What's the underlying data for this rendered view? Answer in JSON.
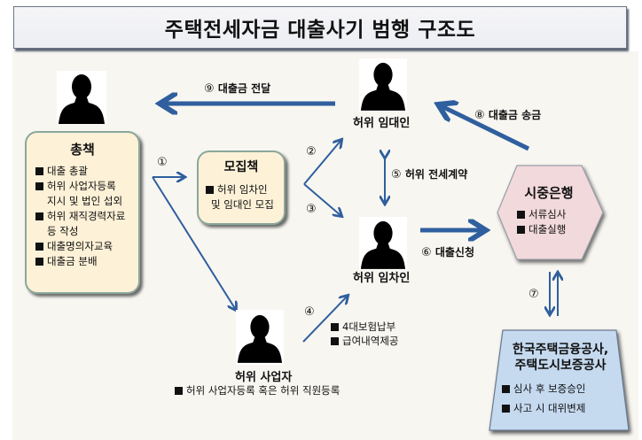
{
  "title": "주택전세자금 대출사기 범행 구조도",
  "colors": {
    "arrow": "#2f5f9e",
    "leader_box": "#fdf1d7",
    "bank_box": "#f2d9dc",
    "agency_box": "#c5d9ef",
    "background": "#f8f6f1"
  },
  "nodes": {
    "leader": {
      "icon": "person-silhouette-icon",
      "title": "총책",
      "items": [
        "대출 총괄",
        "허위 사업자등록",
        "지시 및 법인 섭외",
        "허위 재직경력자료",
        "등 작성",
        "대출명의자교육",
        "대출금 분배"
      ]
    },
    "recruiter": {
      "title": "모집책",
      "items": [
        "허위 임차인",
        "및 임대인 모집"
      ]
    },
    "fake_landlord": {
      "icon": "person-silhouette-icon",
      "label": "허위 임대인"
    },
    "fake_tenant": {
      "icon": "person-silhouette-icon",
      "label": "허위 임차인"
    },
    "fake_business": {
      "icon": "person-silhouette-icon",
      "label": "허위 사업자",
      "note": "허위 사업자등록 혹은 허위 직원등록",
      "side_items": [
        "4대보험납부",
        "급여내역제공"
      ]
    },
    "bank": {
      "title": "시중은행",
      "items": [
        "서류심사",
        "대출실행"
      ]
    },
    "agency": {
      "title_line1": "한국주택금융공사,",
      "title_line2": "주택도시보증공사",
      "items": [
        "심사 후 보증승인",
        "사고 시 대위변제"
      ]
    }
  },
  "steps": {
    "s1": {
      "num": "①",
      "text": ""
    },
    "s2": {
      "num": "②",
      "text": ""
    },
    "s3": {
      "num": "③",
      "text": ""
    },
    "s4": {
      "num": "④",
      "text": ""
    },
    "s5": {
      "num": "⑤",
      "text": "허위 전세계약"
    },
    "s6": {
      "num": "⑥",
      "text": "대출신청"
    },
    "s7": {
      "num": "⑦",
      "text": ""
    },
    "s8": {
      "num": "⑧",
      "text": "대출금 송금"
    },
    "s9": {
      "num": "⑨",
      "text": "대출금 전달"
    }
  }
}
